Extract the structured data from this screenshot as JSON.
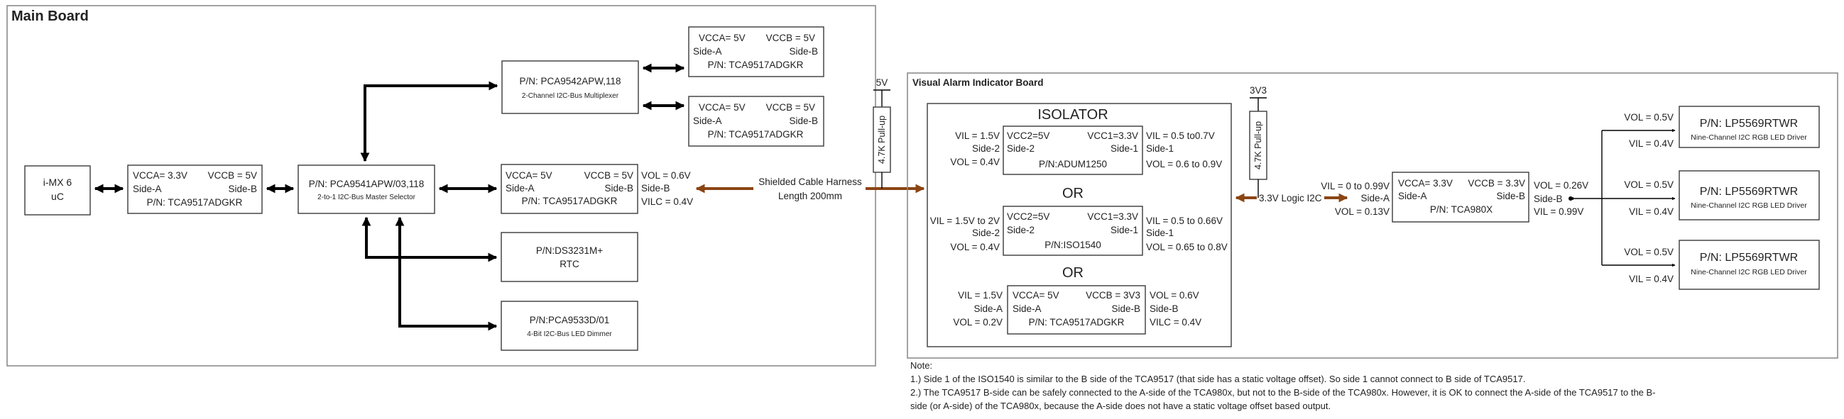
{
  "main_board": {
    "title": "Main Board"
  },
  "via_board": {
    "title": "Visual Alarm Indicator Board"
  },
  "imx": {
    "line1": "i-MX 6",
    "line2": "uC"
  },
  "trans_left": {
    "vcca": "VCCA= 3.3V",
    "vccb": "VCCB = 5V",
    "sidea": "Side-A",
    "sideb": "Side-B",
    "pn": "P/N: TCA9517ADGKR"
  },
  "selector": {
    "pn": "P/N: PCA9541APW/03,118",
    "desc": "2-to-1 I2C-Bus Master Selector"
  },
  "mux": {
    "pn": "P/N: PCA9542APW,118",
    "desc": "2-Channel I2C-Bus Multiplexer"
  },
  "trans_top1": {
    "vcca": "VCCA= 5V",
    "vccb": "VCCB = 5V",
    "sidea": "Side-A",
    "sideb": "Side-B",
    "pn": "P/N: TCA9517ADGKR"
  },
  "trans_top2": {
    "vcca": "VCCA= 5V",
    "vccb": "VCCB = 5V",
    "sidea": "Side-A",
    "sideb": "Side-B",
    "pn": "P/N: TCA9517ADGKR"
  },
  "trans_mid": {
    "vcca": "VCCA= 5V",
    "vccb": "VCCB = 5V",
    "sidea": "Side-A",
    "sideb": "Side-B",
    "pn": "P/N: TCA9517ADGKR",
    "vol": "VOL = 0.6V",
    "sideb_out": "Side-B",
    "vilc": "VILC = 0.4V"
  },
  "rtc": {
    "pn": "P/N:DS3231M+",
    "desc": "RTC"
  },
  "dimmer": {
    "pn": "P/N:PCA9533D/01",
    "desc": "4-Bit I2C-Bus LED Dimmer"
  },
  "cable": {
    "line1": "Shielded Cable Harness",
    "line2": "Length 200mm"
  },
  "pullup_5v": {
    "rail": "5V",
    "label": "4.7K Pull-up"
  },
  "pullup_3v3": {
    "rail": "3V3",
    "label": "4.7K Pull-up"
  },
  "isolator": {
    "title": "ISOLATOR",
    "or1": "OR",
    "or2": "OR",
    "opt1": {
      "left1": "VIL = 1.5V",
      "left2": "Side-2",
      "left3": "VOL = 0.4V",
      "vcc2": "VCC2=5V",
      "vcc1": "VCC1=3.3V",
      "s2": "Side-2",
      "s1": "Side-1",
      "pn": "P/N:ADUM1250",
      "right1": "VIL = 0.5 to0.7V",
      "right2": "Side-1",
      "right3": "VOL = 0.6 to 0.9V"
    },
    "opt2": {
      "left1": "VIL = 1.5V to 2V",
      "left2": "Side-2",
      "left3": "VOL = 0.4V",
      "vcc2": "VCC2=5V",
      "vcc1": "VCC1=3.3V",
      "s2": "Side-2",
      "s1": "Side-1",
      "pn": "P/N:ISO1540",
      "right1": "VIL = 0.5 to 0.66V",
      "right2": "Side-1",
      "right3": "VOL = 0.65 to 0.8V"
    },
    "opt3": {
      "left1": "VIL = 1.5V",
      "left2": "Side-A",
      "left3": "VOL = 0.2V",
      "vcca": "VCCA= 5V",
      "vccb": "VCCB = 3V3",
      "sa": "Side-A",
      "sb": "Side-B",
      "pn": "P/N: TCA9517ADGKR",
      "right1": "VOL = 0.6V",
      "right2": "Side-B",
      "right3": "VILC = 0.4V"
    }
  },
  "logic_label": "3.3V Logic I2C",
  "tca980x": {
    "left1": "VIL = 0 to 0.99V",
    "left2": "Side-A",
    "left3": "VOL = 0.13V",
    "vcca": "VCCA= 3.3V",
    "vccb": "VCCB = 3.3V",
    "sa": "Side-A",
    "sb": "Side-B",
    "pn": "P/N: TCA980X",
    "right1": "VOL = 0.26V",
    "right2": "Side-B",
    "right3": "VIL = 0.99V"
  },
  "led_drivers": [
    {
      "vol": "VOL = 0.5V",
      "vil": "VIL = 0.4V",
      "pn": "P/N: LP5569RTWR",
      "desc": "Nine-Channel I2C RGB LED Driver"
    },
    {
      "vol": "VOL = 0.5V",
      "vil": "VIL = 0.4V",
      "pn": "P/N: LP5569RTWR",
      "desc": "Nine-Channel I2C RGB LED Driver"
    },
    {
      "vol": "VOL = 0.5V",
      "vil": "VIL = 0.4V",
      "pn": "P/N: LP5569RTWR",
      "desc": "Nine-Channel I2C RGB LED Driver"
    }
  ],
  "notes": {
    "heading": "Note:",
    "line1": "1.) Side 1 of the ISO1540 is similar to the B side of the TCA9517 (that side has a static voltage offset). So side 1 cannot connect to B side of TCA9517.",
    "line2": "2.) The TCA9517 B-side can be safely connected to the A-side of the TCA980x, but not to the B-side of the TCA980x. However, it is OK to connect the A-side of the TCA9517 to the B-",
    "line3": "side (or A-side) of the TCA980x, because the A-side does not have a static voltage offset based output."
  },
  "colors": {
    "cable": "#8b4513",
    "wire": "#000000",
    "frame": "#8c8c8c"
  }
}
